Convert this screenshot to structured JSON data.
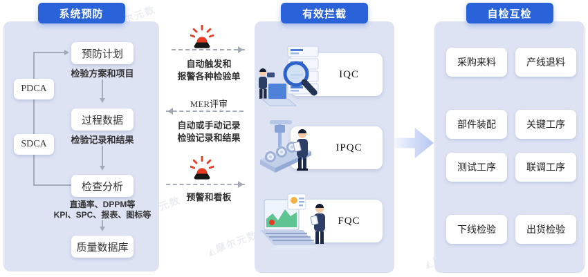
{
  "colors": {
    "header_blue": "#2a63d9",
    "panel_bg": "#dde3f3",
    "alarm_red": "#e63c25",
    "arrow_gray": "#a4aab6",
    "big_arrow_gradient_end": "#b5c6f3"
  },
  "watermark": {
    "logo": "◭",
    "text": "摩尔元数"
  },
  "icons": {
    "alarm": "alarm-siren-icon",
    "stage1_illustration": "inspector-magnifier-servers",
    "stage2_illustration": "conveyor-line-inspection",
    "stage3_illustration": "laptop-report-inspection"
  },
  "left_panel": {
    "header": "系统预防",
    "pdca_label": "PDCA",
    "sdca_label": "SDCA",
    "node1_title": "预防计划",
    "node1_sub": "检验方案和项目",
    "node2_title": "过程数据",
    "node2_sub": "检验记录和结果",
    "node3_title": "检查分析",
    "node3_sub1": "直通率、DPPM等",
    "node3_sub2": "KPI、SPC、报表、图标等",
    "node4_title": "质量数据库"
  },
  "flow": {
    "arrow1_line1": "自动触发和",
    "arrow1_line2": "报警各种检验单",
    "arrow2_title": "MER评审",
    "arrow2_line1": "自动或手动记录",
    "arrow2_line2": "检验记录和结果",
    "arrow3_line1": "预警和看板"
  },
  "middle_panel": {
    "header": "有效拦截",
    "stage1": "IQC",
    "stage2": "IPQC",
    "stage3": "FQC"
  },
  "right_panel": {
    "header": "自检互检",
    "box1": "采购来料",
    "box2": "产线退料",
    "box3": "部件装配",
    "box4": "关键工序",
    "box5": "测试工序",
    "box6": "联调工序",
    "box7": "下线检验",
    "box8": "出货检验"
  }
}
